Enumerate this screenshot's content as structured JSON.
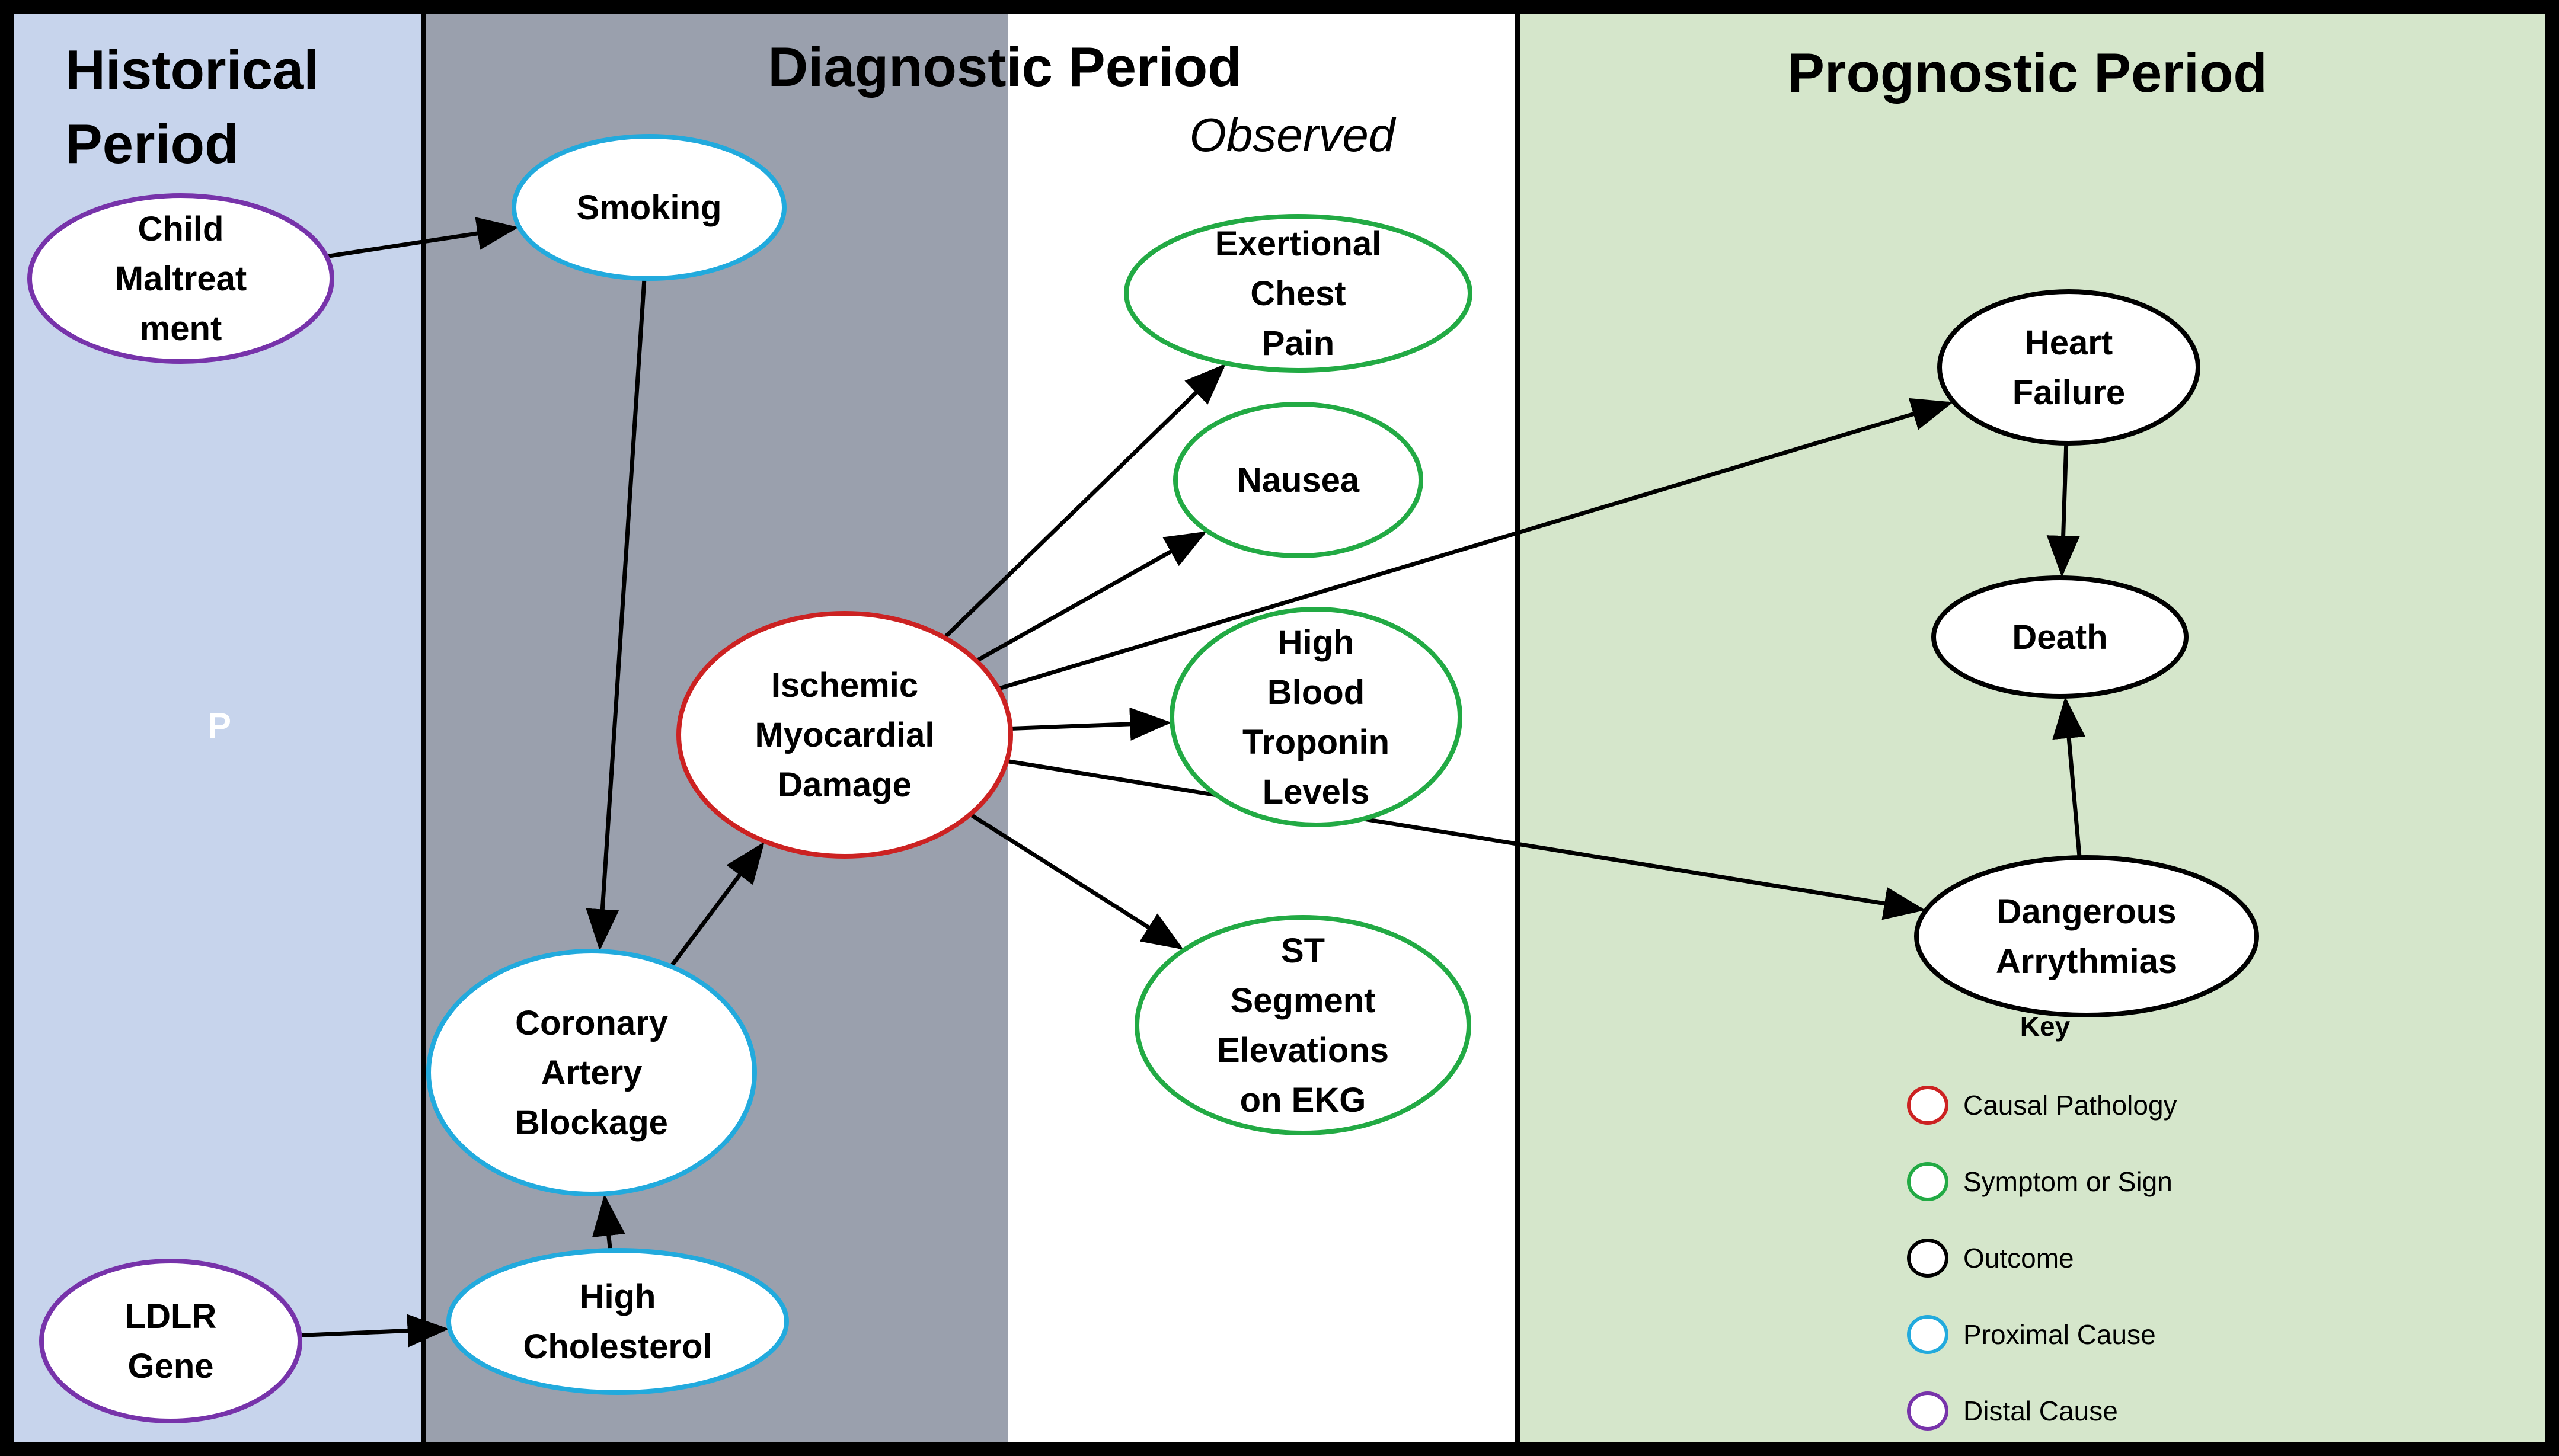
{
  "periods": {
    "historical": "Historical\nPeriod",
    "diagnostic": "Diagnostic Period",
    "observed": "Observed",
    "prognostic": "Prognostic Period",
    "stray_letter": "P"
  },
  "colors": {
    "historical_bg": "#c7d4ec",
    "diagnostic_bg": "#9aa0ad",
    "observed_bg": "#ffffff",
    "prognostic_bg": "#d5e6cb",
    "causal_pathology": "#cc2222",
    "symptom_or_sign": "#22aa44",
    "outcome": "#000000",
    "proximal_cause": "#22aadd",
    "distal_cause": "#7733aa"
  },
  "nodes": {
    "child_maltreatment": {
      "label": "Child\nMaltreat\nment",
      "category": "distal_cause"
    },
    "smoking": {
      "label": "Smoking",
      "category": "proximal_cause"
    },
    "exertional_chest_pain": {
      "label": "Exertional\nChest\nPain",
      "category": "symptom_or_sign"
    },
    "nausea": {
      "label": "Nausea",
      "category": "symptom_or_sign"
    },
    "heart_failure": {
      "label": "Heart\nFailure",
      "category": "outcome"
    },
    "death": {
      "label": "Death",
      "category": "outcome"
    },
    "ischemic_myocardial_damage": {
      "label": "Ischemic\nMyocardial\nDamage",
      "category": "causal_pathology"
    },
    "high_blood_troponin": {
      "label": "High\nBlood\nTroponin\nLevels",
      "category": "symptom_or_sign"
    },
    "dangerous_arrythmias": {
      "label": "Dangerous\nArrythmias",
      "category": "outcome"
    },
    "coronary_artery_blockage": {
      "label": "Coronary\nArtery\nBlockage",
      "category": "proximal_cause"
    },
    "st_segment": {
      "label": "ST\nSegment\nElevations\non EKG",
      "category": "symptom_or_sign"
    },
    "ldlr_gene": {
      "label": "LDLR\nGene",
      "category": "distal_cause"
    },
    "high_cholesterol": {
      "label": "High\nCholesterol",
      "category": "proximal_cause"
    }
  },
  "edges": [
    {
      "from": "child_maltreatment",
      "to": "smoking"
    },
    {
      "from": "smoking",
      "to": "coronary_artery_blockage"
    },
    {
      "from": "ldlr_gene",
      "to": "high_cholesterol"
    },
    {
      "from": "high_cholesterol",
      "to": "coronary_artery_blockage"
    },
    {
      "from": "coronary_artery_blockage",
      "to": "ischemic_myocardial_damage"
    },
    {
      "from": "ischemic_myocardial_damage",
      "to": "exertional_chest_pain"
    },
    {
      "from": "ischemic_myocardial_damage",
      "to": "nausea"
    },
    {
      "from": "ischemic_myocardial_damage",
      "to": "heart_failure"
    },
    {
      "from": "ischemic_myocardial_damage",
      "to": "high_blood_troponin"
    },
    {
      "from": "ischemic_myocardial_damage",
      "to": "dangerous_arrythmias"
    },
    {
      "from": "ischemic_myocardial_damage",
      "to": "st_segment"
    },
    {
      "from": "heart_failure",
      "to": "death"
    },
    {
      "from": "dangerous_arrythmias",
      "to": "death"
    }
  ],
  "key": {
    "title": "Key",
    "items": [
      {
        "label": "Causal Pathology",
        "category": "causal_pathology"
      },
      {
        "label": "Symptom or Sign",
        "category": "symptom_or_sign"
      },
      {
        "label": "Outcome",
        "category": "outcome"
      },
      {
        "label": "Proximal Cause",
        "category": "proximal_cause"
      },
      {
        "label": "Distal Cause",
        "category": "distal_cause"
      }
    ]
  }
}
